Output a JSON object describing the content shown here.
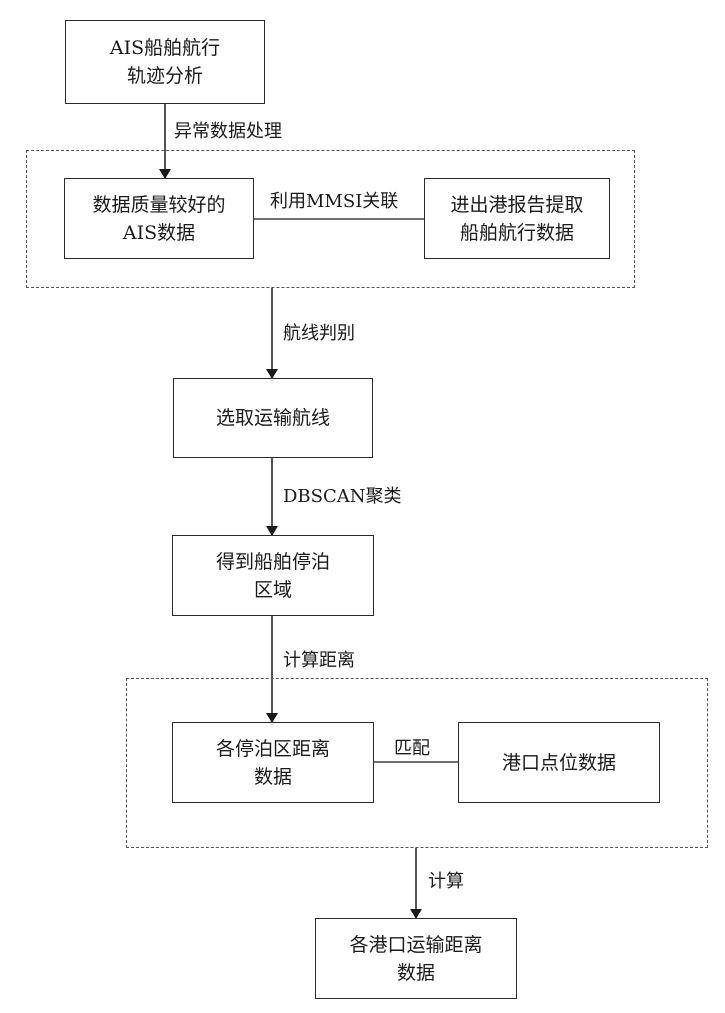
{
  "nodes": {
    "ais_analysis": {
      "lines": [
        "AIS船舶航行",
        "轨迹分析"
      ]
    },
    "good_ais": {
      "lines": [
        "数据质量较好的",
        "AIS数据"
      ]
    },
    "port_report": {
      "lines": [
        "进出港报告提取",
        "船舶航行数据"
      ]
    },
    "select_route": {
      "lines": [
        "选取运输航线"
      ]
    },
    "berth_area": {
      "lines": [
        "得到船舶停泊",
        "区域"
      ]
    },
    "berth_distance": {
      "lines": [
        "各停泊区距离",
        "数据"
      ]
    },
    "port_location": {
      "lines": [
        "港口点位数据"
      ]
    },
    "port_transport": {
      "lines": [
        "各港口运输距离",
        "数据"
      ]
    }
  },
  "edges": {
    "anomaly": "异常数据处理",
    "mmsi_link": "利用MMSI关联",
    "route_identify": "航线判别",
    "dbscan": "DBSCAN聚类",
    "calc_distance": "计算距离",
    "match": "匹配",
    "calc": "计算"
  }
}
